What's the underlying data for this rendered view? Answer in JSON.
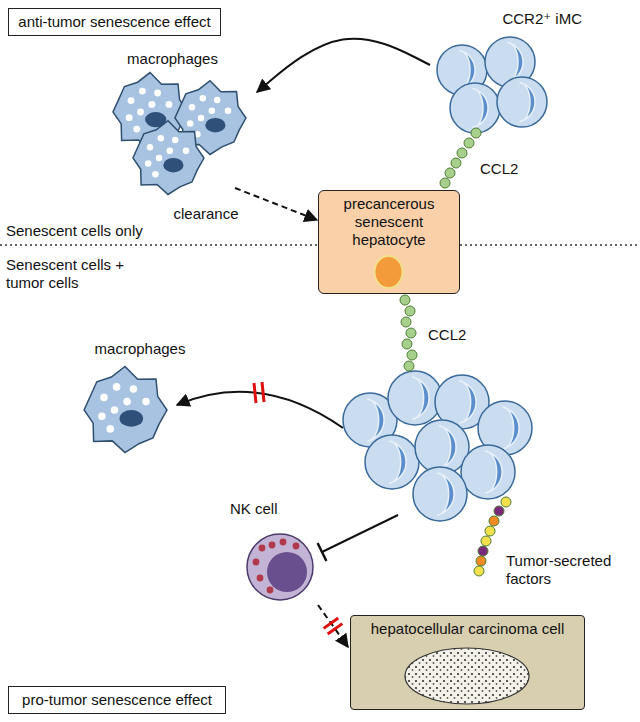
{
  "diagram": {
    "nodes": [
      {
        "text": [
          "anti-tumor senescence effect"
        ]
      },
      {
        "text": [
          "macrophages"
        ]
      },
      {
        "text": [
          "CCR2⁺ iMC"
        ]
      },
      {
        "text": [
          "precancerous senescent hepatocyte"
        ]
      },
      {
        "text": [
          "macrophages"
        ]
      },
      {
        "text": [
          "NK cell"
        ]
      },
      {
        "text": [
          "hepatocellular carcinoma cell"
        ]
      },
      {
        "text": [
          "pro-tumor senescence effect"
        ]
      }
    ],
    "edges": [
      {
        "from": 2,
        "to": 1,
        "arrow": "to"
      },
      {
        "from": 1,
        "to": 3,
        "label": "clearance",
        "arrow": "to"
      },
      {
        "from": 5,
        "to": 6,
        "arrow": "to"
      }
    ],
    "labels": [
      "CCL2",
      "Senescent cells only",
      "Senescent cells + tumor cells",
      "CCL2",
      "Tumor-secreted factors"
    ]
  }
}
